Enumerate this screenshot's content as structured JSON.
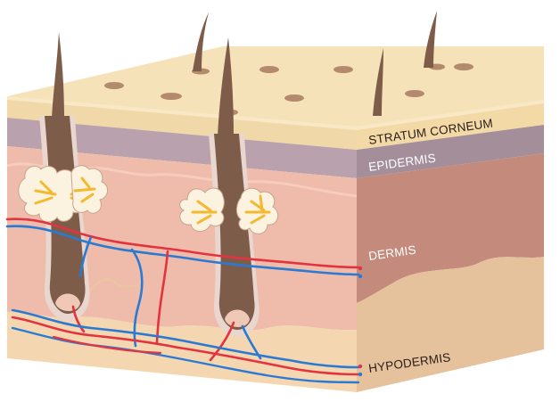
{
  "labels": {
    "stratum_corneum": "STRATUM CORNEUM",
    "epidermis": "EPIDERMIS",
    "dermis": "DERMIS",
    "hypodermis": "HYPODERMIS"
  },
  "colors": {
    "surface_top": "#f5dfb3",
    "stratum_corneum": "#f0d8a8",
    "epidermis": "#b8a3ac",
    "dermis": "#efbcaa",
    "dermis_side": "#c98f7e",
    "hypodermis": "#f3d6b0",
    "hypodermis_side": "#e4c09a",
    "hair": "#7d5d4a",
    "artery": "#e2333f",
    "vein": "#2a7ad4",
    "gland": "#f5b82f"
  },
  "icons": {
    "hair_shafts": "hair-icon",
    "sebaceous_glands": "sebaceous-gland-icon",
    "pores": "pore-icon"
  }
}
